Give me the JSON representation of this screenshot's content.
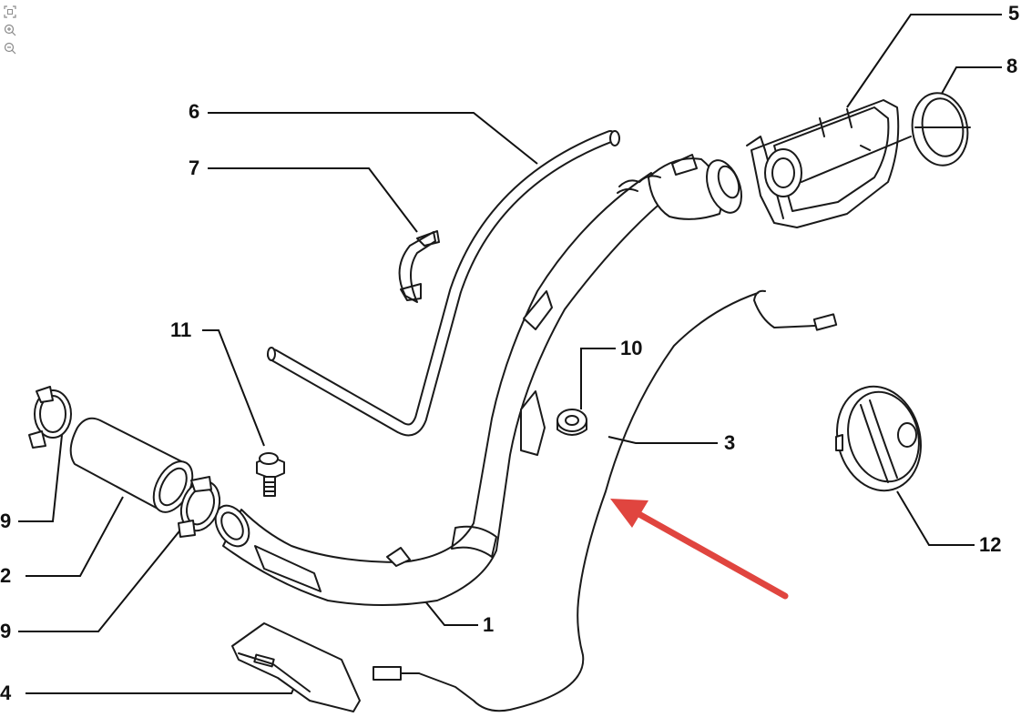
{
  "viewer": {
    "tools": [
      {
        "name": "fit-screen-icon"
      },
      {
        "name": "zoom-in-icon"
      },
      {
        "name": "zoom-out-icon"
      }
    ]
  },
  "callouts": {
    "c1": "1",
    "c2": "2",
    "c3": "3",
    "c4": "4",
    "c5": "5",
    "c6": "6",
    "c7": "7",
    "c8": "8",
    "c9a": "9",
    "c9b": "9",
    "c10": "10",
    "c11": "11",
    "c12": "12"
  },
  "colors": {
    "line": "#1a1a1a",
    "arrow": "#e0453f",
    "tool": "#8a8a8a"
  }
}
